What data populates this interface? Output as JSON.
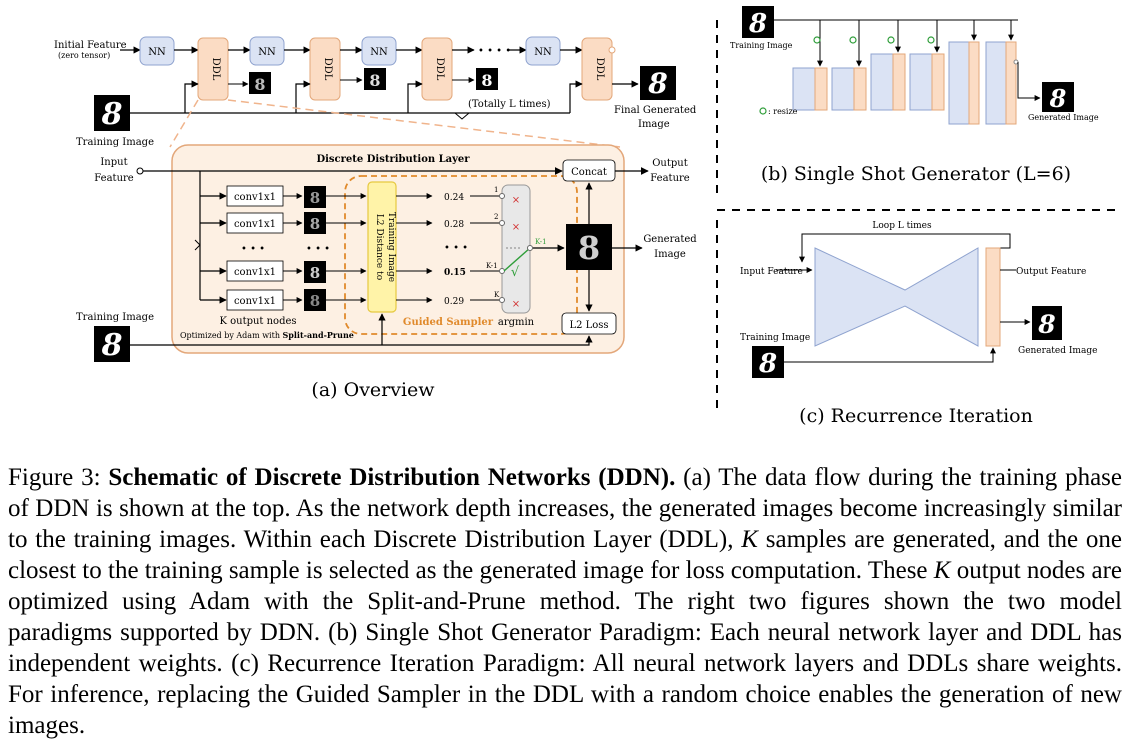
{
  "overview": {
    "initial_feature": "Initial Feature",
    "zero_tensor": "(zero tensor)",
    "nn": "NN",
    "ddl": "DDL",
    "ellipsis": "• • • •",
    "training_image": "Training Image",
    "totally_l": "(Totally L times)",
    "final_generated_1": "Final Generated",
    "final_generated_2": "Image",
    "ddl_box_title": "Discrete Distribution Layer",
    "input_feature_1": "Input",
    "input_feature_2": "Feature",
    "output_feature_1": "Output",
    "output_feature_2": "Feature",
    "concat": "Concat",
    "generated_image_1": "Generated",
    "generated_image_2": "Image",
    "conv": "conv1x1",
    "dots": "• • •",
    "l2_distance_1": "L2 Distance to",
    "l2_distance_2": "Training Image",
    "distances": [
      "0.24",
      "0.28",
      "0.15",
      "0.29"
    ],
    "indices": [
      "1",
      "2",
      "K-1",
      "K"
    ],
    "k_minus_1": "K-1",
    "guided_sampler": "Guided Sampler",
    "argmin": "argmin",
    "l2_loss": "L2 Loss",
    "k_output_nodes": "K output nodes",
    "optimized_prefix": "Optimized by Adam with ",
    "optimized_bold": "Split-and-Prune",
    "title": "(a) Overview",
    "digit": "8"
  },
  "single_shot": {
    "training_image": "Training Image",
    "resize": ": resize",
    "generated_image": "Generated Image",
    "title": "(b) Single Shot Generator (L=6)"
  },
  "recurrence": {
    "loop": "Loop L times",
    "input_feature": "Input Feature",
    "output_feature": "Output Feature",
    "training_image": "Training Image",
    "generated_image": "Generated Image",
    "title": "(c) Recurrence Iteration"
  },
  "caption": {
    "label": "Figure 3: ",
    "bold_title": "Schematic of Discrete Distribution Networks (DDN).",
    "part1": " (a) The data flow during the training phase of DDN is shown at the top. As the network depth increases, the generated images become increasingly similar to the training images. Within each Discrete Distribution Layer (DDL), ",
    "k1": "K",
    "part2": " samples are generated, and the one closest to the training sample is selected as the generated image for loss computation. These ",
    "k2": "K",
    "part3": " output nodes are optimized using Adam with the Split-and-Prune method. The right two figures shown the two model paradigms supported by DDN. (b) Single Shot Generator Paradigm: Each neural network layer and DDL has independent weights. (c) Recurrence Iteration Paradigm: All neural network layers and DDLs share weights. For inference, replacing the Guided Sampler in the DDL with a random choice enables the generation of new images."
  },
  "colors": {
    "nn_fill": "#dbe3f4",
    "nn_stroke": "#8fa3cf",
    "ddl_fill": "#fbdcc4",
    "ddl_stroke": "#e3a77a",
    "panel_fill": "#fdf0e3",
    "sampler_stroke": "#e08a2c",
    "yellow_fill": "#fff3a8",
    "green": "#2f9e3a",
    "red": "#d12b2b"
  }
}
